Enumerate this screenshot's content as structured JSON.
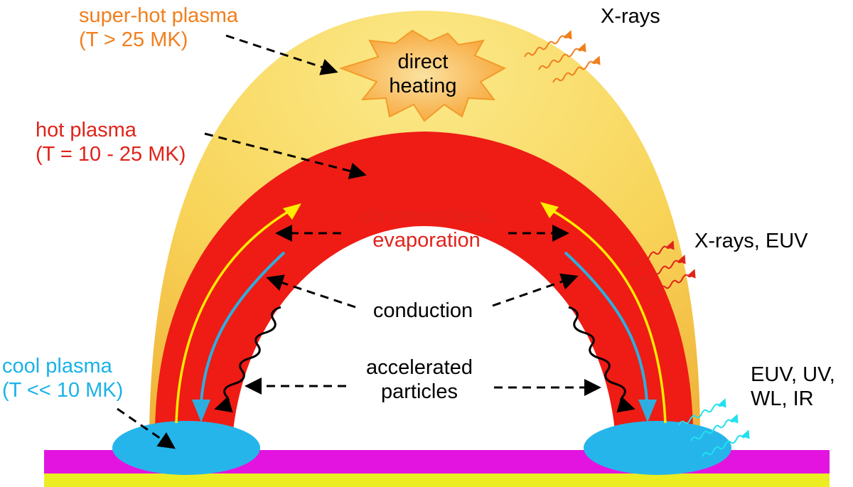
{
  "colors": {
    "super_hot": "#f07f1e",
    "hot": "#e0231b",
    "cool": "#1ab2e6",
    "text": "#000000",
    "outer_loop": "#f5c94a",
    "inner_loop": "#ee1c14",
    "footpoint": "#26b5ea",
    "chromosphere": "#e414e0",
    "photosphere": "#ecec22",
    "yellow_arrow": "#ffec00",
    "blue_arrow": "#2eaee0"
  },
  "labels": {
    "super_hot_line1": "super-hot plasma",
    "super_hot_line2": "(T > 25 MK)",
    "hot_line1": "hot plasma",
    "hot_line2": "(T = 10 - 25 MK)",
    "cool_line1": "cool plasma",
    "cool_line2": "(T << 10 MK)",
    "direct_heating_line1": "direct",
    "direct_heating_line2": "heating",
    "xrays_top": "X-rays",
    "xrays_euv": "X-rays, EUV",
    "euv_uv_line1": "EUV, UV,",
    "euv_uv_line2": "WL, IR",
    "chromo_line1": "chromospheric",
    "chromo_line2": "evaporation",
    "conduction": "conduction",
    "accel_line1": "accelerated",
    "accel_line2": "particles"
  }
}
